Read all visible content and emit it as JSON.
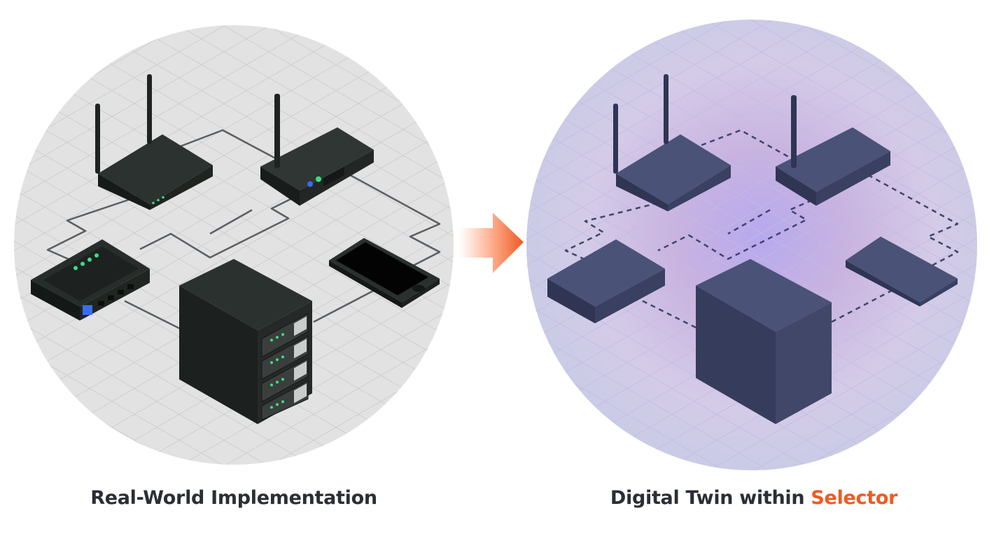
{
  "captions": {
    "left": "Real-World Implementation",
    "right_prefix": "Digital Twin within ",
    "right_brand": "Selector"
  },
  "colors": {
    "accent": "#f05a22",
    "real_circle_bg": "#e2e2e2",
    "real_device": "#242a27",
    "twin_circle_bg": "#ccccea",
    "twin_device": "#3f4669",
    "status_led": "#3ddc84",
    "port_led": "#3a6cf0",
    "caption_text": "#2b2e36"
  },
  "icons": {
    "left_panel": [
      "wifi-router-icon",
      "access-point-icon",
      "network-switch-icon",
      "smartphone-icon",
      "server-rack-icon"
    ],
    "right_panel": [
      "router-twin-icon",
      "access-point-twin-icon",
      "switch-twin-icon",
      "smartphone-twin-icon",
      "server-twin-icon"
    ],
    "transition": "arrow-right-icon"
  }
}
